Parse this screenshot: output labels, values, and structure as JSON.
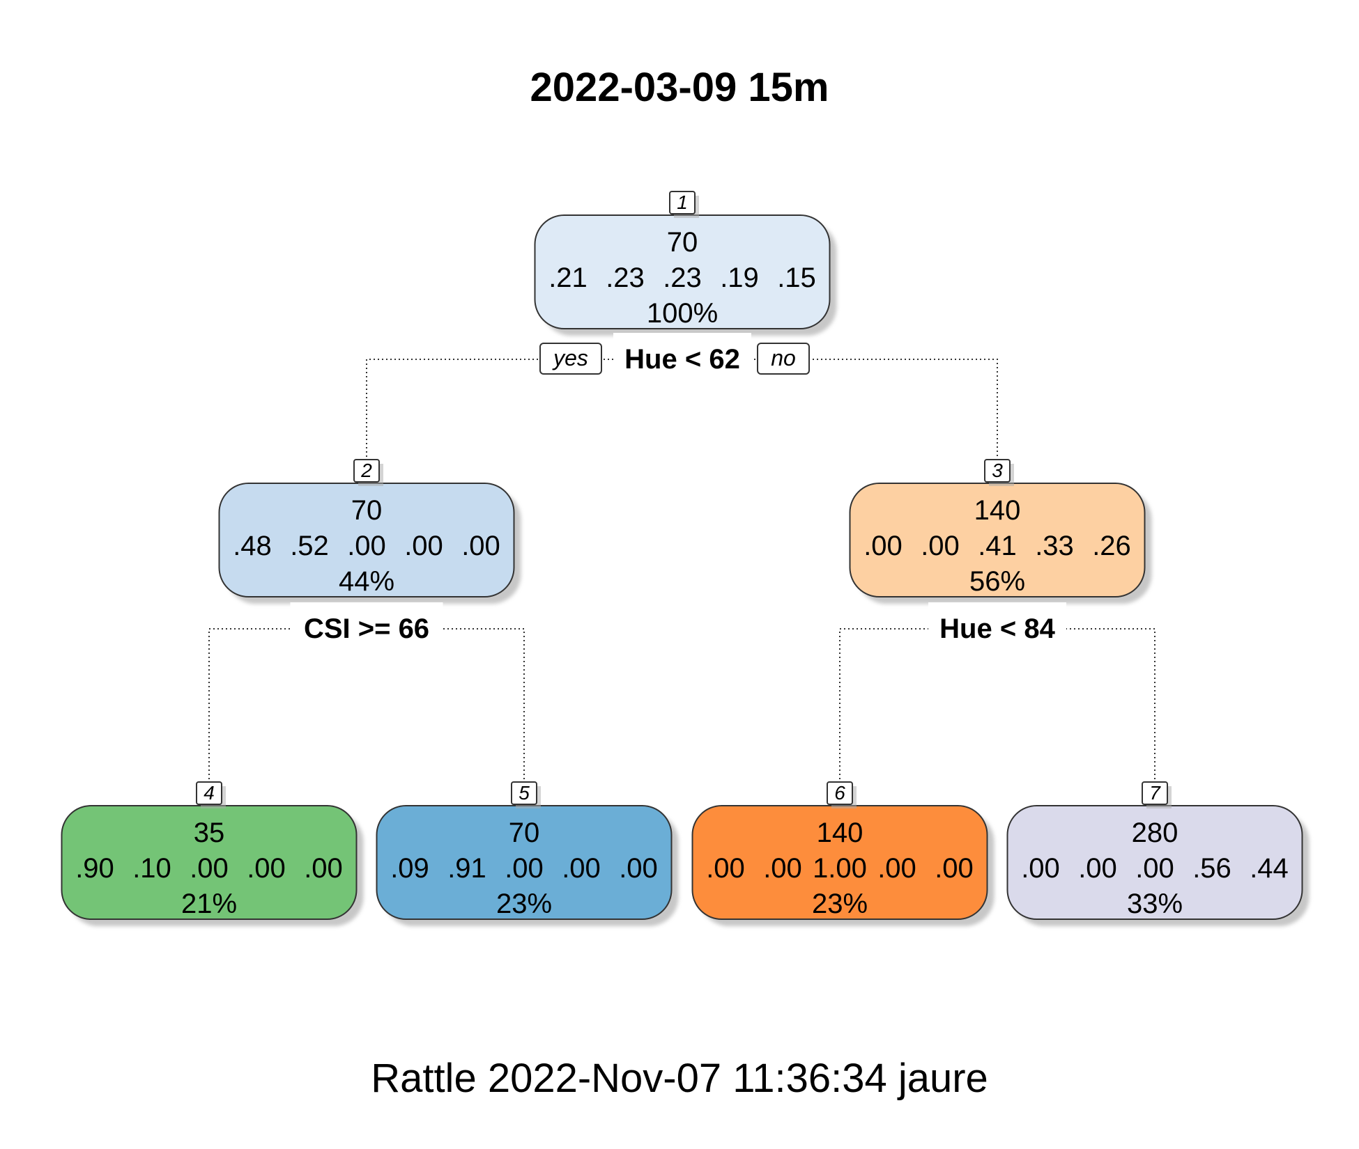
{
  "title": "2022-03-09 15m",
  "footer": "Rattle 2022-Nov-07 11:36:34 jaure",
  "tree": {
    "nodes": [
      {
        "id": "1",
        "label": "1",
        "count": "70",
        "probs": [
          ".21",
          ".23",
          ".23",
          ".19",
          ".15"
        ],
        "pct": "100%",
        "fill": "#deeaf6"
      },
      {
        "id": "2",
        "label": "2",
        "count": "70",
        "probs": [
          ".48",
          ".52",
          ".00",
          ".00",
          ".00"
        ],
        "pct": "44%",
        "fill": "#c6dbef"
      },
      {
        "id": "3",
        "label": "3",
        "count": "140",
        "probs": [
          ".00",
          ".00",
          ".41",
          ".33",
          ".26"
        ],
        "pct": "56%",
        "fill": "#fdd0a2"
      },
      {
        "id": "4",
        "label": "4",
        "count": "35",
        "probs": [
          ".90",
          ".10",
          ".00",
          ".00",
          ".00"
        ],
        "pct": "21%",
        "fill": "#74c476"
      },
      {
        "id": "5",
        "label": "5",
        "count": "70",
        "probs": [
          ".09",
          ".91",
          ".00",
          ".00",
          ".00"
        ],
        "pct": "23%",
        "fill": "#6baed6"
      },
      {
        "id": "6",
        "label": "6",
        "count": "140",
        "probs": [
          ".00",
          ".00",
          "1.00",
          ".00",
          ".00"
        ],
        "pct": "23%",
        "fill": "#fd8d3c"
      },
      {
        "id": "7",
        "label": "7",
        "count": "280",
        "probs": [
          ".00",
          ".00",
          ".00",
          ".56",
          ".44"
        ],
        "pct": "33%",
        "fill": "#dadaeb"
      }
    ],
    "splits": [
      {
        "node": "1",
        "rule": "Hue < 62",
        "yes_label": "yes",
        "no_label": "no"
      },
      {
        "node": "2",
        "rule": "CSI >= 66"
      },
      {
        "node": "3",
        "rule": "Hue < 84"
      }
    ]
  }
}
